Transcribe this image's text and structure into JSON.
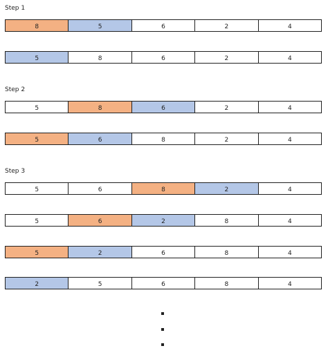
{
  "colors": {
    "compare": "#f4b183",
    "swap_target": "#b4c7e7",
    "default": "#ffffff",
    "border": "#1f1f1f"
  },
  "steps": [
    {
      "label": "Step 1"
    },
    {
      "label": "Step 2"
    },
    {
      "label": "Step 3"
    }
  ],
  "rows": [
    {
      "cells": [
        {
          "v": "8",
          "h": "compare"
        },
        {
          "v": "5",
          "h": "swap_target"
        },
        {
          "v": "6",
          "h": ""
        },
        {
          "v": "2",
          "h": ""
        },
        {
          "v": "4",
          "h": ""
        }
      ]
    },
    {
      "cells": [
        {
          "v": "5",
          "h": "swap_target"
        },
        {
          "v": "8",
          "h": ""
        },
        {
          "v": "6",
          "h": ""
        },
        {
          "v": "2",
          "h": ""
        },
        {
          "v": "4",
          "h": ""
        }
      ]
    },
    {
      "cells": [
        {
          "v": "5",
          "h": ""
        },
        {
          "v": "8",
          "h": "compare"
        },
        {
          "v": "6",
          "h": "swap_target"
        },
        {
          "v": "2",
          "h": ""
        },
        {
          "v": "4",
          "h": ""
        }
      ]
    },
    {
      "cells": [
        {
          "v": "5",
          "h": "compare"
        },
        {
          "v": "6",
          "h": "swap_target"
        },
        {
          "v": "8",
          "h": ""
        },
        {
          "v": "2",
          "h": ""
        },
        {
          "v": "4",
          "h": ""
        }
      ]
    },
    {
      "cells": [
        {
          "v": "5",
          "h": ""
        },
        {
          "v": "6",
          "h": ""
        },
        {
          "v": "8",
          "h": "compare"
        },
        {
          "v": "2",
          "h": "swap_target"
        },
        {
          "v": "4",
          "h": ""
        }
      ]
    },
    {
      "cells": [
        {
          "v": "5",
          "h": ""
        },
        {
          "v": "6",
          "h": "compare"
        },
        {
          "v": "2",
          "h": "swap_target"
        },
        {
          "v": "8",
          "h": ""
        },
        {
          "v": "4",
          "h": ""
        }
      ]
    },
    {
      "cells": [
        {
          "v": "5",
          "h": "compare"
        },
        {
          "v": "2",
          "h": "swap_target"
        },
        {
          "v": "6",
          "h": ""
        },
        {
          "v": "8",
          "h": ""
        },
        {
          "v": "4",
          "h": ""
        }
      ]
    },
    {
      "cells": [
        {
          "v": "2",
          "h": "swap_target"
        },
        {
          "v": "5",
          "h": ""
        },
        {
          "v": "6",
          "h": ""
        },
        {
          "v": "8",
          "h": ""
        },
        {
          "v": "4",
          "h": ""
        }
      ]
    }
  ]
}
